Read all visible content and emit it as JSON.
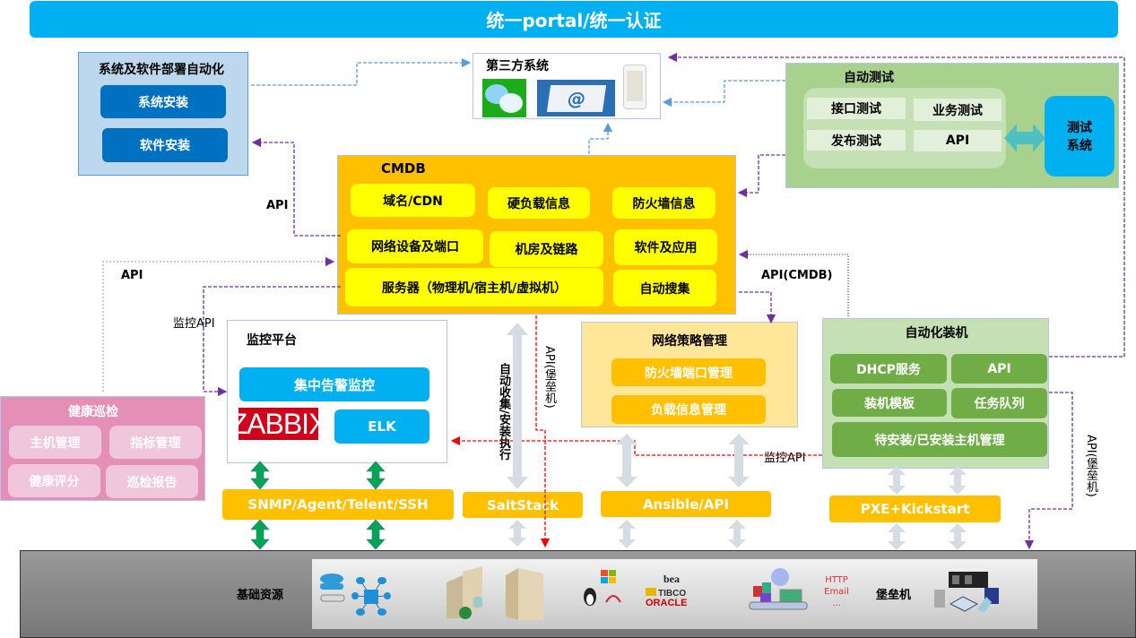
{
  "header": {
    "title": "统一portal/统一认证"
  },
  "deploy": {
    "title": "系统及软件部署自动化",
    "buttons": [
      "系统安装",
      "软件安装"
    ]
  },
  "third_party": {
    "title": "第三方系统",
    "icons": [
      "wechat-icon",
      "email-icon",
      "mobile-phone-icon"
    ]
  },
  "cmdb": {
    "title": "CMDB",
    "cells": [
      "域名/CDN",
      "硬负载信息",
      "防火墙信息",
      "网络设备及端口",
      "机房及链路",
      "软件及应用",
      "服务器（物理机/宿主机/虚拟机）",
      "自动搜集"
    ]
  },
  "auto_test": {
    "title": "自动测试",
    "cells": [
      "接口测试",
      "业务测试",
      "发布测试",
      "API"
    ],
    "system": "测试\n系统"
  },
  "monitor": {
    "title": "监控平台",
    "alarm": "集中告警监控",
    "zabbix": "ZABBIX",
    "elk": "ELK"
  },
  "health": {
    "title": "健康巡检",
    "cells": [
      "主机管理",
      "指标管理",
      "健康评分",
      "巡检报告"
    ]
  },
  "net_policy": {
    "title": "网络策略管理",
    "cells": [
      "防火墙端口管理",
      "负载信息管理"
    ]
  },
  "auto_install": {
    "title": "自动化装机",
    "cells": [
      "DHCP服务",
      "API",
      "装机模板",
      "任务队列",
      "待安装/已安装主机管理"
    ]
  },
  "protocols": {
    "snmp": "SNMP/Agent/Telent/SSH",
    "salt": "SaltStack",
    "ansible": "Ansible/API",
    "pxe": "PXE+Kickstart"
  },
  "labels": {
    "api_deploy": "API",
    "api_health": "API",
    "monitor_api_left": "监控API",
    "monitor_api_right": "监控API",
    "api_cmdb": "API(CMDB)",
    "auto_collect": "自动收集/安装执行",
    "api_bastion_mid": "API(堡垒机)",
    "api_bastion_right": "API(堡垒机)"
  },
  "base": {
    "title": "基础资源",
    "http_text": "HTTP\nEmail\n...",
    "bastion": "堡垒机",
    "icons": [
      "router-switch-icon",
      "network-topology-icon",
      "server-icon",
      "rack-server-icon",
      "os-icons",
      "middleware-logos-icon",
      "app-integration-icon",
      "bastion-hardware-icon"
    ]
  },
  "colors": {
    "accent_blue": "#00b0f0",
    "cmdb_orange": "#ffc000",
    "cmdb_cell": "#ffff00",
    "dark_blue": "#0070c0",
    "green": "#70ad47",
    "pink": "#e48fb7",
    "purple_line": "#7030a0",
    "red_line": "#ff0000"
  }
}
